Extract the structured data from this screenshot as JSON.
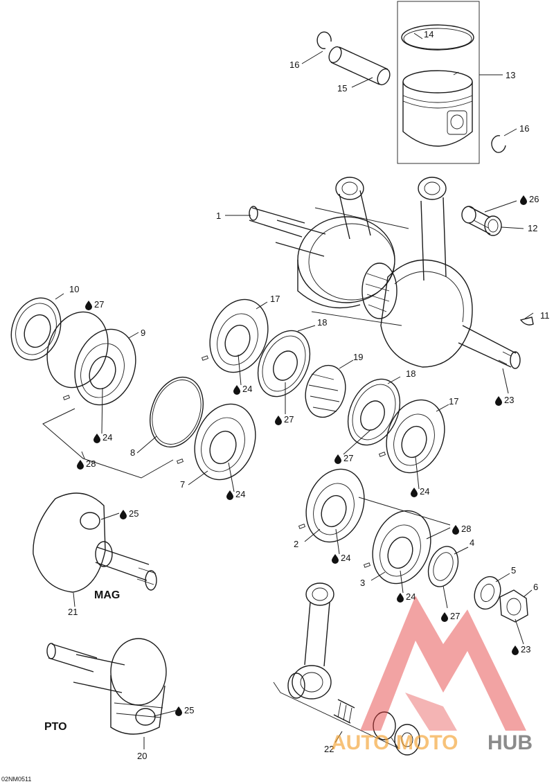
{
  "figure_code": "02NM0511",
  "section_labels": {
    "mag": "MAG",
    "pto": "PTO"
  },
  "lubricant_icon": "oil-drop-icon",
  "callouts": {
    "c1": "1",
    "c2": "2",
    "c3": "3",
    "c4": "4",
    "c5": "5",
    "c6": "6",
    "c7": "7",
    "c8": "8",
    "c9": "9",
    "c10": "10",
    "c11": "11",
    "c12": "12",
    "c13": "13",
    "c14": "14",
    "c15": "15",
    "c16a": "16",
    "c16b": "16",
    "c17a": "17",
    "c17b": "17",
    "c18a": "18",
    "c18b": "18",
    "c19": "19",
    "c20": "20",
    "c21": "21",
    "c22": "22"
  },
  "lube_callouts": {
    "l26": "26",
    "l27a": "27",
    "l24a": "24",
    "l28a": "28",
    "l24b": "24",
    "l24c": "24",
    "l27b": "27",
    "l27c": "27",
    "l24d": "24",
    "l23a": "23",
    "l25a": "25",
    "l28b": "28",
    "l24e": "24",
    "l24f": "24",
    "l27d": "27",
    "l23b": "23",
    "l25b": "25"
  },
  "watermark": {
    "text_a": "AUTO",
    "text_b": "MOTO",
    "text_c": "HUB",
    "color_red": "#e23b3b",
    "color_orange": "#f3a12e",
    "color_dark": "#555555"
  }
}
